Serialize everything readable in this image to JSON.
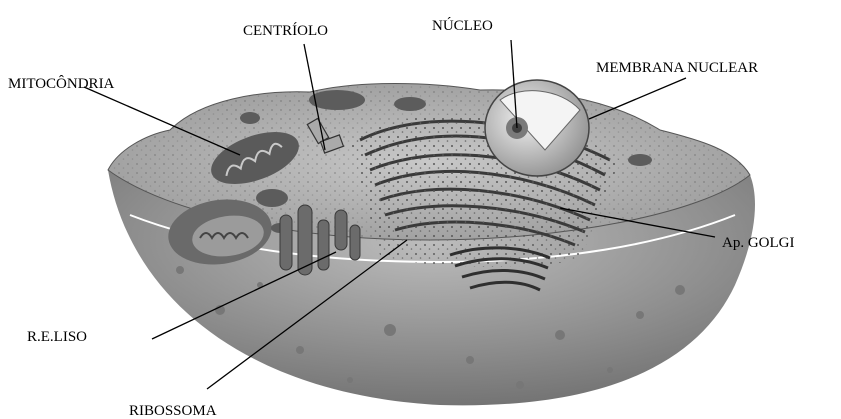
{
  "labels": {
    "centriolo": "CENTRÍOLO",
    "nucleo": "NÚCLEO",
    "mitocondria": "MITOCÔNDRIA",
    "membrana_nuclear": "MEMBRANA NUCLEAR",
    "golgi": "Ap. GOLGI",
    "re_liso": "R.E.LISO",
    "ribossoma": "RIBOSSOMA"
  },
  "colors": {
    "cytoplasm": "#a7a7a7",
    "cell_body": "#8e8e8e",
    "nucleus": "#d9d9d9",
    "organelle_dark": "#4a4a4a"
  }
}
